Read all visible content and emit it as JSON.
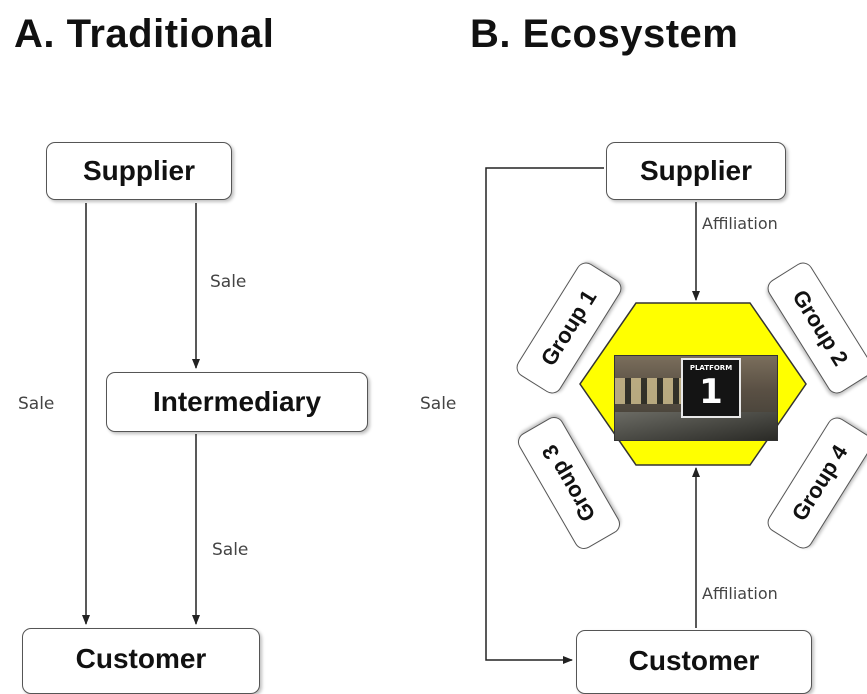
{
  "panel_a": {
    "heading": "A. Traditional",
    "supplier": "Supplier",
    "intermediary": "Intermediary",
    "customer": "Customer",
    "sale_supplier_to_intermediary": "Sale",
    "sale_supplier_to_customer": "Sale",
    "sale_intermediary_to_customer": "Sale"
  },
  "panel_b": {
    "heading": "B. Ecosystem",
    "supplier": "Supplier",
    "customer": "Customer",
    "sale": "Sale",
    "affiliation_supplier": "Affiliation",
    "affiliation_customer": "Affiliation",
    "groups": [
      "Group 1",
      "Group 2",
      "Group 3",
      "Group 4"
    ],
    "platform_sign_caption": "PLATFORM",
    "platform_sign_number": "1"
  },
  "colors": {
    "hexagon_fill": "#ffff00",
    "box_border": "#555555",
    "arrow": "#222222",
    "text": "#111111"
  }
}
